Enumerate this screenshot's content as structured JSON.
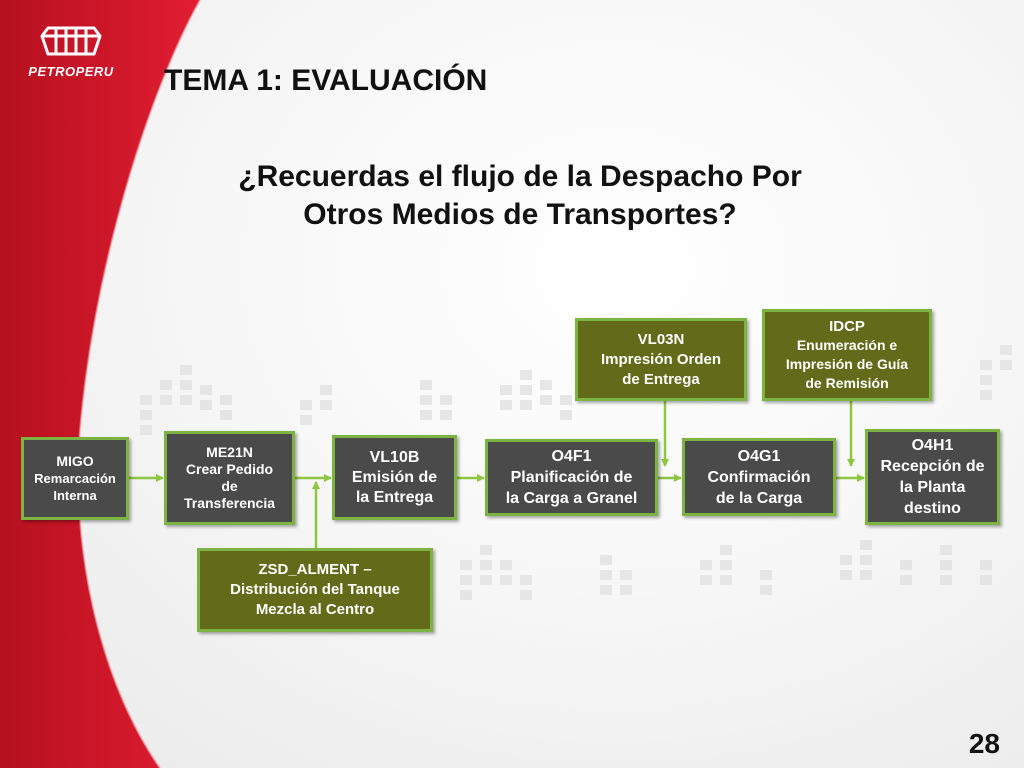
{
  "brand": {
    "name": "PETROPERU"
  },
  "title": "TEMA 1: EVALUACIÓN",
  "question": {
    "line1": "¿Recuerdas el flujo de la Despacho Por",
    "line2": "Otros Medios de Transportes?"
  },
  "nodes": {
    "migo": {
      "lines": [
        "MIGO",
        "Remarcación",
        "Interna"
      ]
    },
    "me21n": {
      "lines": [
        "ME21N",
        "Crear Pedido",
        "de",
        "Transferencia"
      ]
    },
    "zsd": {
      "lines": [
        "ZSD_ALMENT –",
        "Distribución del Tanque",
        "Mezcla al Centro"
      ]
    },
    "vl10b": {
      "lines": [
        "VL10B",
        "Emisión de",
        "la Entrega"
      ]
    },
    "o4f1": {
      "lines": [
        "O4F1",
        "Planificación de",
        "la Carga a Granel"
      ]
    },
    "vl03n": {
      "lines": [
        "VL03N",
        "Impresión Orden",
        "de Entrega"
      ]
    },
    "o4g1": {
      "lines": [
        "O4G1",
        "Confirmación",
        "de la Carga"
      ]
    },
    "idcp": {
      "lines": [
        "IDCP",
        "Enumeración e",
        "Impresión de Guía",
        "de Remisión"
      ]
    },
    "o4h1": {
      "lines": [
        "O4H1",
        "Recepción de",
        "la Planta",
        "destino"
      ]
    }
  },
  "colors": {
    "red": "#d0182b",
    "dark_box": "#4a4a4a",
    "olive_box": "#636b1a",
    "box_border": "#7cb342",
    "arrow": "#8dc63f"
  },
  "page_number": "28"
}
